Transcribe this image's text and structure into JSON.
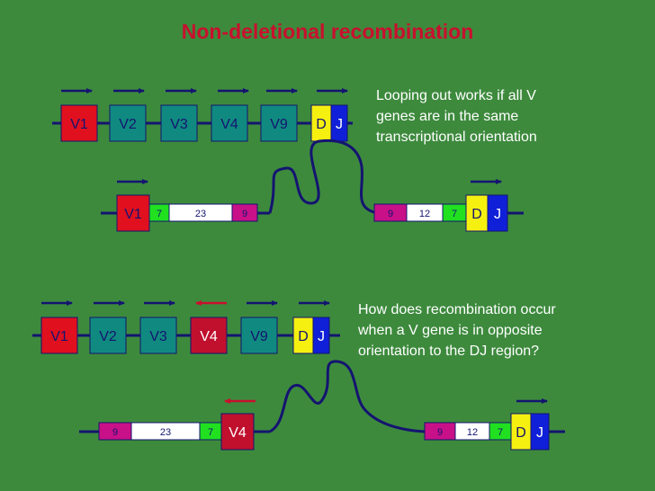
{
  "title": "Non-deletional recombination",
  "note_top": [
    "Looping out works if all V",
    "genes are in the same",
    "transcriptional orientation"
  ],
  "note_bottom": [
    "How does recombination occur",
    "when a V gene is in opposite",
    "orientation to the DJ region?"
  ],
  "genes": {
    "v1": "V1",
    "v2": "V2",
    "v3": "V3",
    "v4": "V4",
    "v9": "V9",
    "d": "D",
    "j": "J"
  },
  "rss": {
    "seven": "7",
    "nine": "9",
    "spacer23": "23",
    "spacer12": "12"
  },
  "colors": {
    "background": "#3d8a3d",
    "title": "#c8102e",
    "v1": "#e0101e",
    "v_teal": "#108a80",
    "v4_inverted": "#c0102e",
    "d": "#f5f010",
    "j": "#1020d8",
    "heptamer": "#20e020",
    "nonamer": "#c81088",
    "spacer": "#ffffff",
    "dna": "#141470",
    "arrow": "#141470",
    "arrow_inverted": "#c8102e"
  }
}
